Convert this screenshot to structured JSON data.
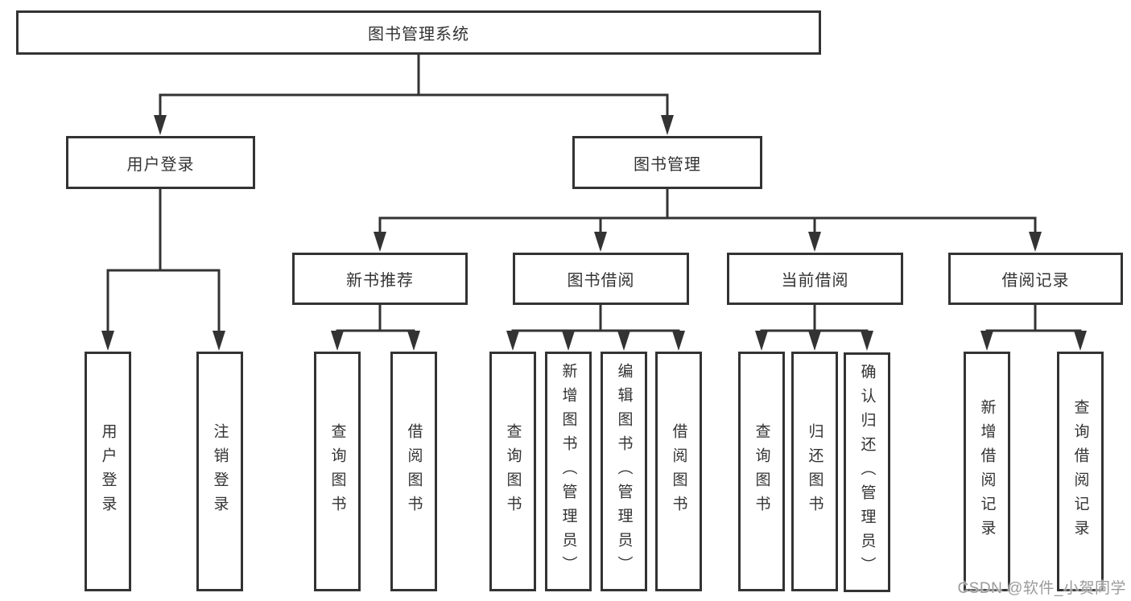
{
  "diagram": {
    "type": "hierarchy-tree",
    "title": "图书管理系统",
    "nodes": {
      "root": {
        "label": "图书管理系统"
      },
      "userLogin": {
        "label": "用户登录"
      },
      "bookMgmt": {
        "label": "图书管理"
      },
      "newBookRec": {
        "label": "新书推荐"
      },
      "bookBorrow": {
        "label": "图书借阅"
      },
      "currentBorrow": {
        "label": "当前借阅"
      },
      "borrowRecord": {
        "label": "借阅记录"
      },
      "leafUserLogin": {
        "label": "用户登录"
      },
      "leafLogout": {
        "label": "注销登录"
      },
      "leafQueryBook1": {
        "label": "查询图书"
      },
      "leafBorrowBook1": {
        "label": "借阅图书"
      },
      "leafQueryBook2": {
        "label": "查询图书"
      },
      "leafAddBook": {
        "label": "新增图书（管理员）"
      },
      "leafEditBook": {
        "label": "编辑图书（管理员）"
      },
      "leafBorrowBook2": {
        "label": "借阅图书"
      },
      "leafQueryBook3": {
        "label": "查询图书"
      },
      "leafReturnBook": {
        "label": "归还图书"
      },
      "leafConfirmReturn": {
        "label": "确认归还（管理员）"
      },
      "leafAddRecord": {
        "label": "新增借阅记录"
      },
      "leafQueryRecord": {
        "label": "查询借阅记录"
      }
    },
    "hierarchy": {
      "图书管理系统": {
        "用户登录": [
          "用户登录",
          "注销登录"
        ],
        "图书管理": {
          "新书推荐": [
            "查询图书",
            "借阅图书"
          ],
          "图书借阅": [
            "查询图书",
            "新增图书（管理员）",
            "编辑图书（管理员）",
            "借阅图书"
          ],
          "当前借阅": [
            "查询图书",
            "归还图书",
            "确认归还（管理员）"
          ],
          "借阅记录": [
            "新增借阅记录",
            "查询借阅记录"
          ]
        }
      }
    },
    "colors": {
      "line": "#333333",
      "text": "#333333",
      "box_background": "#ffffff"
    }
  },
  "watermark": {
    "text": "CSDN @软件_小贺同学",
    "color": "#9b9b9b"
  }
}
